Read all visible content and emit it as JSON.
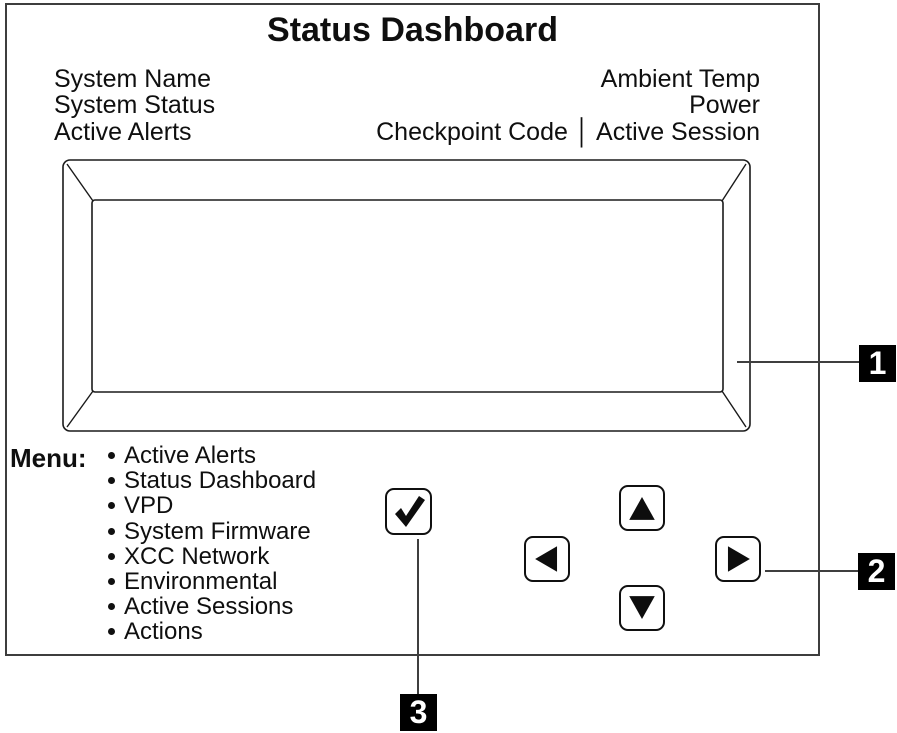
{
  "panel": {
    "title": "Status Dashboard"
  },
  "lcd": {
    "left_labels": [
      "System Name",
      "System Status",
      "Active Alerts"
    ],
    "right_labels": [
      "Ambient Temp",
      "Power",
      "Checkpoint Code │ Active Session"
    ]
  },
  "menu": {
    "heading": "Menu:",
    "items": [
      "Active Alerts",
      "Status Dashboard",
      "VPD",
      "System Firmware",
      "XCC Network",
      "Environmental",
      "Active Sessions",
      "Actions"
    ]
  },
  "buttons": {
    "select": {
      "icon": "check-icon"
    },
    "up": {
      "icon": "up-arrow-icon"
    },
    "down": {
      "icon": "down-arrow-icon"
    },
    "left": {
      "icon": "left-arrow-icon"
    },
    "right": {
      "icon": "right-arrow-icon"
    }
  },
  "callouts": {
    "display": {
      "number": "1"
    },
    "nav_buttons": {
      "number": "2"
    },
    "select_button": {
      "number": "3"
    }
  },
  "colors": {
    "background": "#ffffff",
    "line_color": "#1a1a1a",
    "outline_color": "#3d3d3d",
    "callout_bg": "#000000",
    "callout_text": "#ffffff"
  }
}
